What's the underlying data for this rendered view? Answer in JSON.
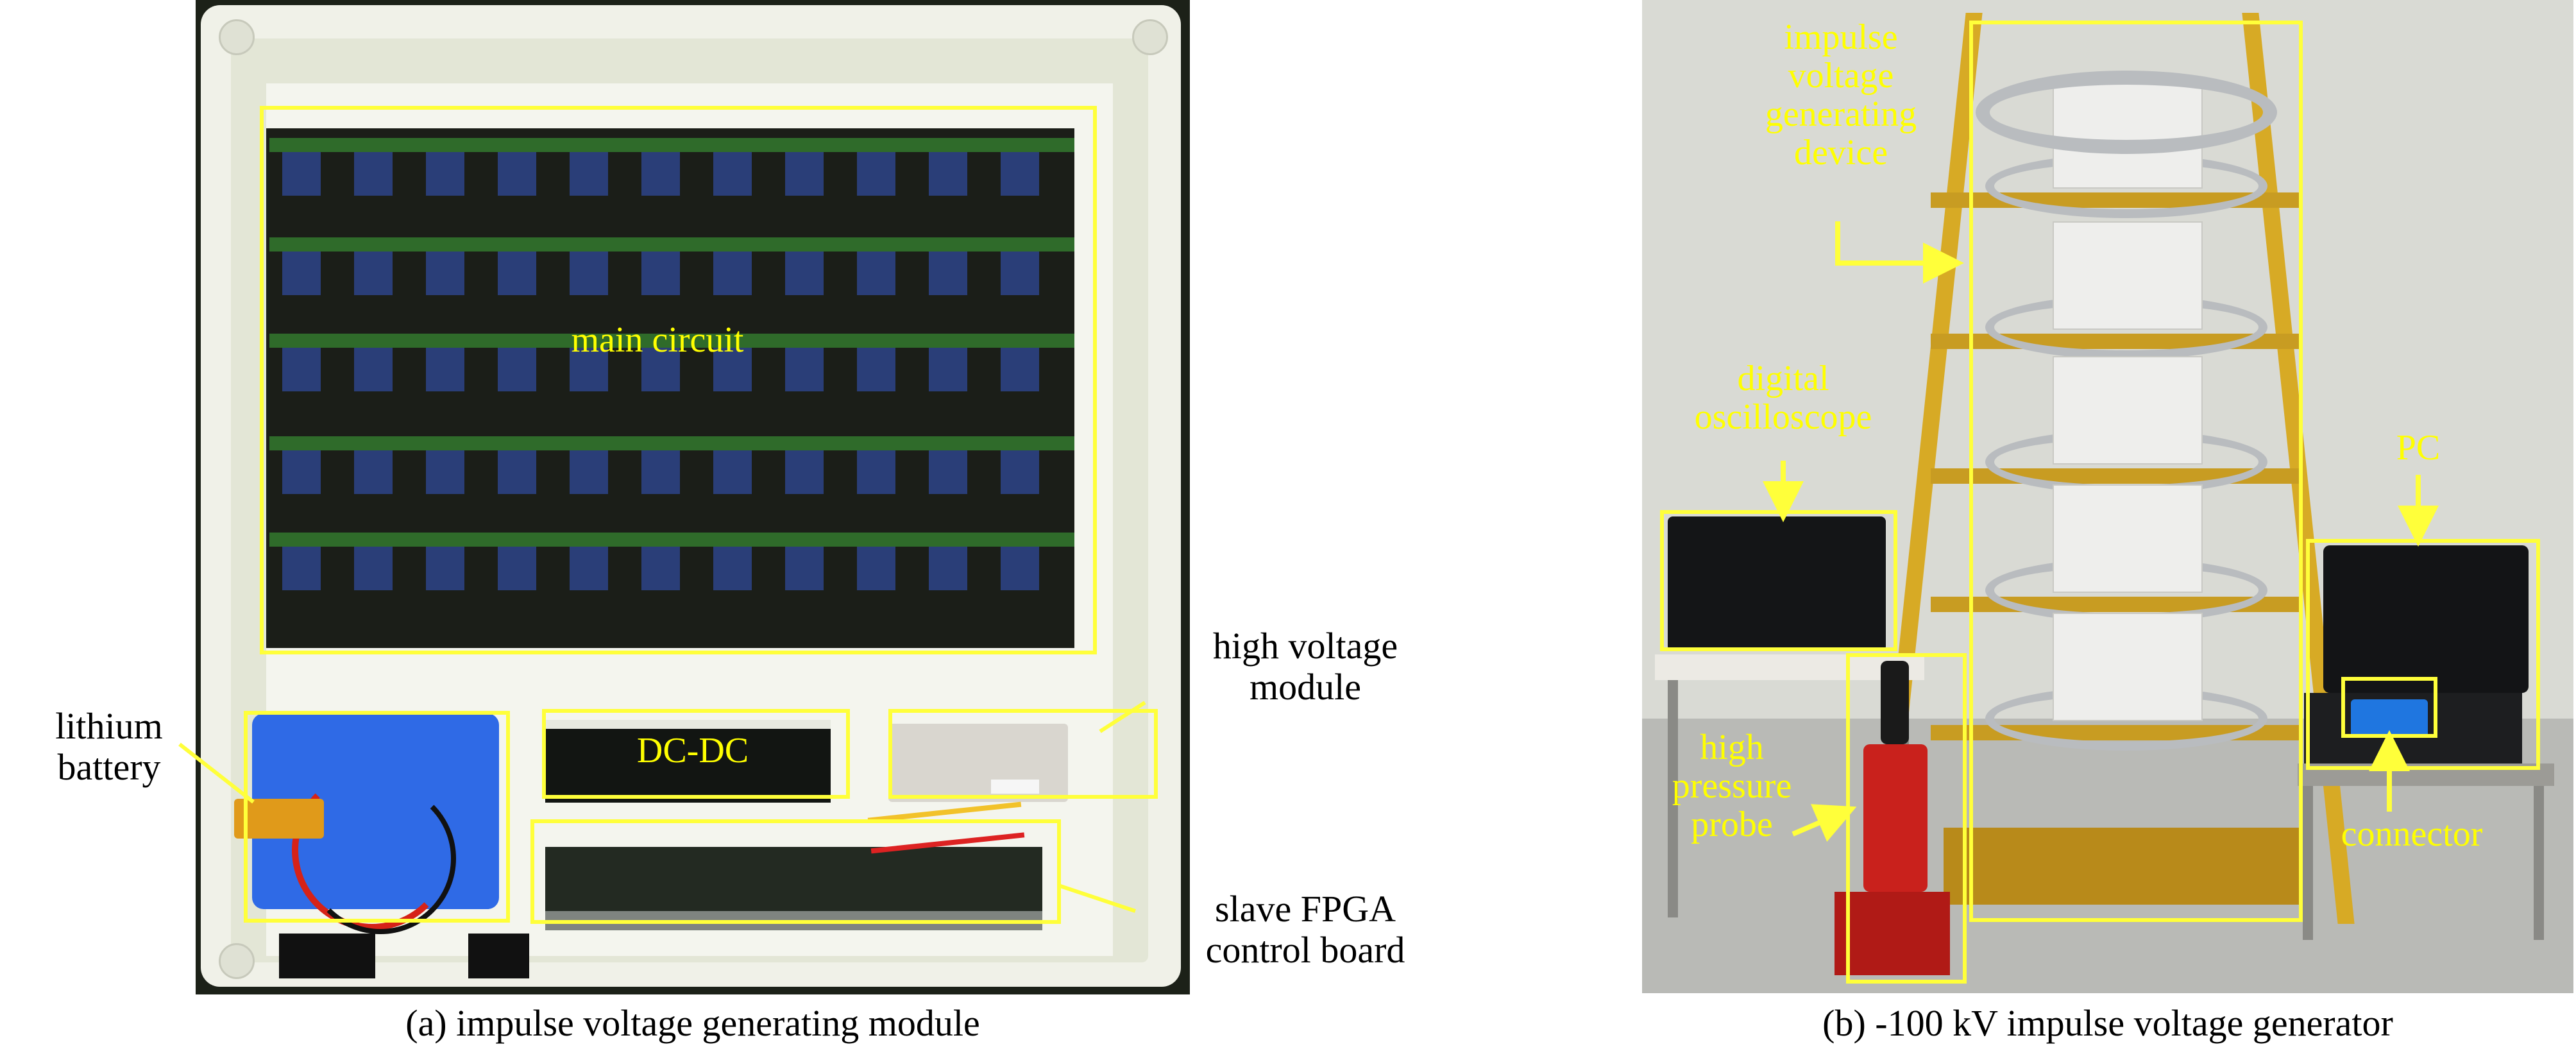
{
  "colors": {
    "annotation": "#ffff3a",
    "label_inside": "#ffff00",
    "label_outside": "#000000",
    "enclosure": "#eef0e4",
    "pcb": "#2f6b2a",
    "battery": "#2f6ae6",
    "frame": "#d7aa25",
    "probe": "#c9211c",
    "wall": "#d6d7d1"
  },
  "panel_a": {
    "caption": "(a) impulse voltage generating module",
    "labels": {
      "main_circuit": "main circuit",
      "dc_dc": "DC-DC",
      "lithium_battery": "lithium\nbattery",
      "high_voltage_module": "high voltage\nmodule",
      "slave_fpga": "slave FPGA\ncontrol board"
    }
  },
  "panel_b": {
    "caption": "(b) -100 kV impulse voltage generator",
    "labels": {
      "device": "impulse\nvoltage\ngenerating\ndevice",
      "oscilloscope": "digital\noscilloscope",
      "probe": "high\npressure\nprobe",
      "pc": "PC",
      "connector": "connector"
    }
  }
}
